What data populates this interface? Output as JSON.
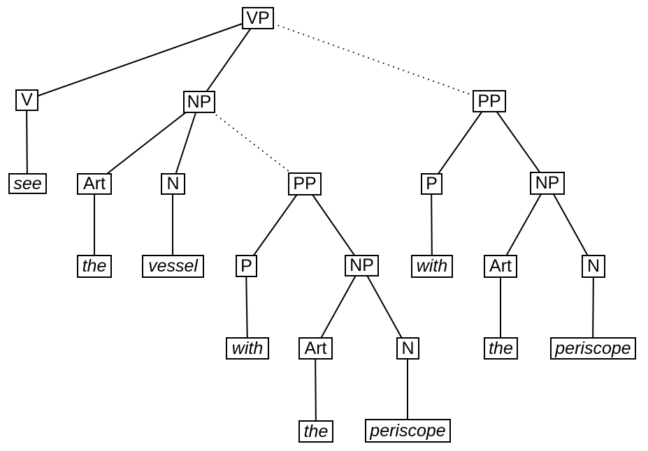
{
  "diagram": {
    "type": "syntax-tree",
    "nodes": {
      "vp": {
        "label": "VP"
      },
      "v": {
        "label": "V"
      },
      "np_object": {
        "label": "NP"
      },
      "pp_high": {
        "label": "PP"
      },
      "see": {
        "label": "see"
      },
      "art_vessel": {
        "label": "Art"
      },
      "n_vessel": {
        "label": "N"
      },
      "pp_low": {
        "label": "PP"
      },
      "p_high": {
        "label": "P"
      },
      "np_high": {
        "label": "NP"
      },
      "the_vessel": {
        "label": "the"
      },
      "vessel": {
        "label": "vessel"
      },
      "p_low": {
        "label": "P"
      },
      "np_low": {
        "label": "NP"
      },
      "with_high": {
        "label": "with"
      },
      "art_high": {
        "label": "Art"
      },
      "n_high": {
        "label": "N"
      },
      "with_low": {
        "label": "with"
      },
      "art_low": {
        "label": "Art"
      },
      "n_low": {
        "label": "N"
      },
      "the_high": {
        "label": "the"
      },
      "periscope_high": {
        "label": "periscope"
      },
      "the_low": {
        "label": "the"
      },
      "periscope_low": {
        "label": "periscope"
      }
    },
    "edges": [
      {
        "from": "vp",
        "to": "v",
        "style": "solid"
      },
      {
        "from": "vp",
        "to": "np_object",
        "style": "solid"
      },
      {
        "from": "vp",
        "to": "pp_high",
        "style": "dotted"
      },
      {
        "from": "v",
        "to": "see",
        "style": "solid"
      },
      {
        "from": "np_object",
        "to": "art_vessel",
        "style": "solid"
      },
      {
        "from": "np_object",
        "to": "n_vessel",
        "style": "solid"
      },
      {
        "from": "np_object",
        "to": "pp_low",
        "style": "dotted"
      },
      {
        "from": "art_vessel",
        "to": "the_vessel",
        "style": "solid"
      },
      {
        "from": "n_vessel",
        "to": "vessel",
        "style": "solid"
      },
      {
        "from": "pp_low",
        "to": "p_low",
        "style": "solid"
      },
      {
        "from": "pp_low",
        "to": "np_low",
        "style": "solid"
      },
      {
        "from": "p_low",
        "to": "with_low",
        "style": "solid"
      },
      {
        "from": "np_low",
        "to": "art_low",
        "style": "solid"
      },
      {
        "from": "np_low",
        "to": "n_low",
        "style": "solid"
      },
      {
        "from": "art_low",
        "to": "the_low",
        "style": "solid"
      },
      {
        "from": "n_low",
        "to": "periscope_low",
        "style": "solid"
      },
      {
        "from": "pp_high",
        "to": "p_high",
        "style": "solid"
      },
      {
        "from": "pp_high",
        "to": "np_high",
        "style": "solid"
      },
      {
        "from": "p_high",
        "to": "with_high",
        "style": "solid"
      },
      {
        "from": "np_high",
        "to": "art_high",
        "style": "solid"
      },
      {
        "from": "np_high",
        "to": "n_high",
        "style": "solid"
      },
      {
        "from": "art_high",
        "to": "the_high",
        "style": "solid"
      },
      {
        "from": "n_high",
        "to": "periscope_high",
        "style": "solid"
      }
    ],
    "colors": {
      "line": "#000000",
      "background": "#ffffff",
      "text": "#000000"
    }
  }
}
